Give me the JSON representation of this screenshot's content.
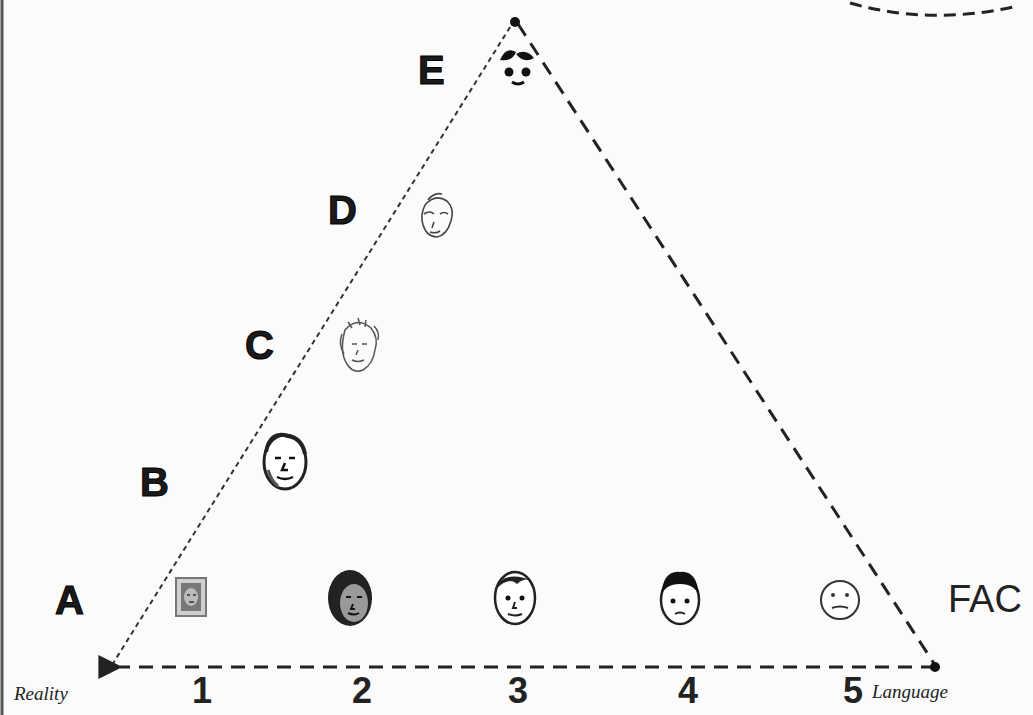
{
  "diagram": {
    "labels": [
      "E",
      "D",
      "C",
      "B",
      "A",
      "FAC",
      "1",
      "2",
      "3",
      "4",
      "5",
      "Reality",
      "Language"
    ]
  }
}
